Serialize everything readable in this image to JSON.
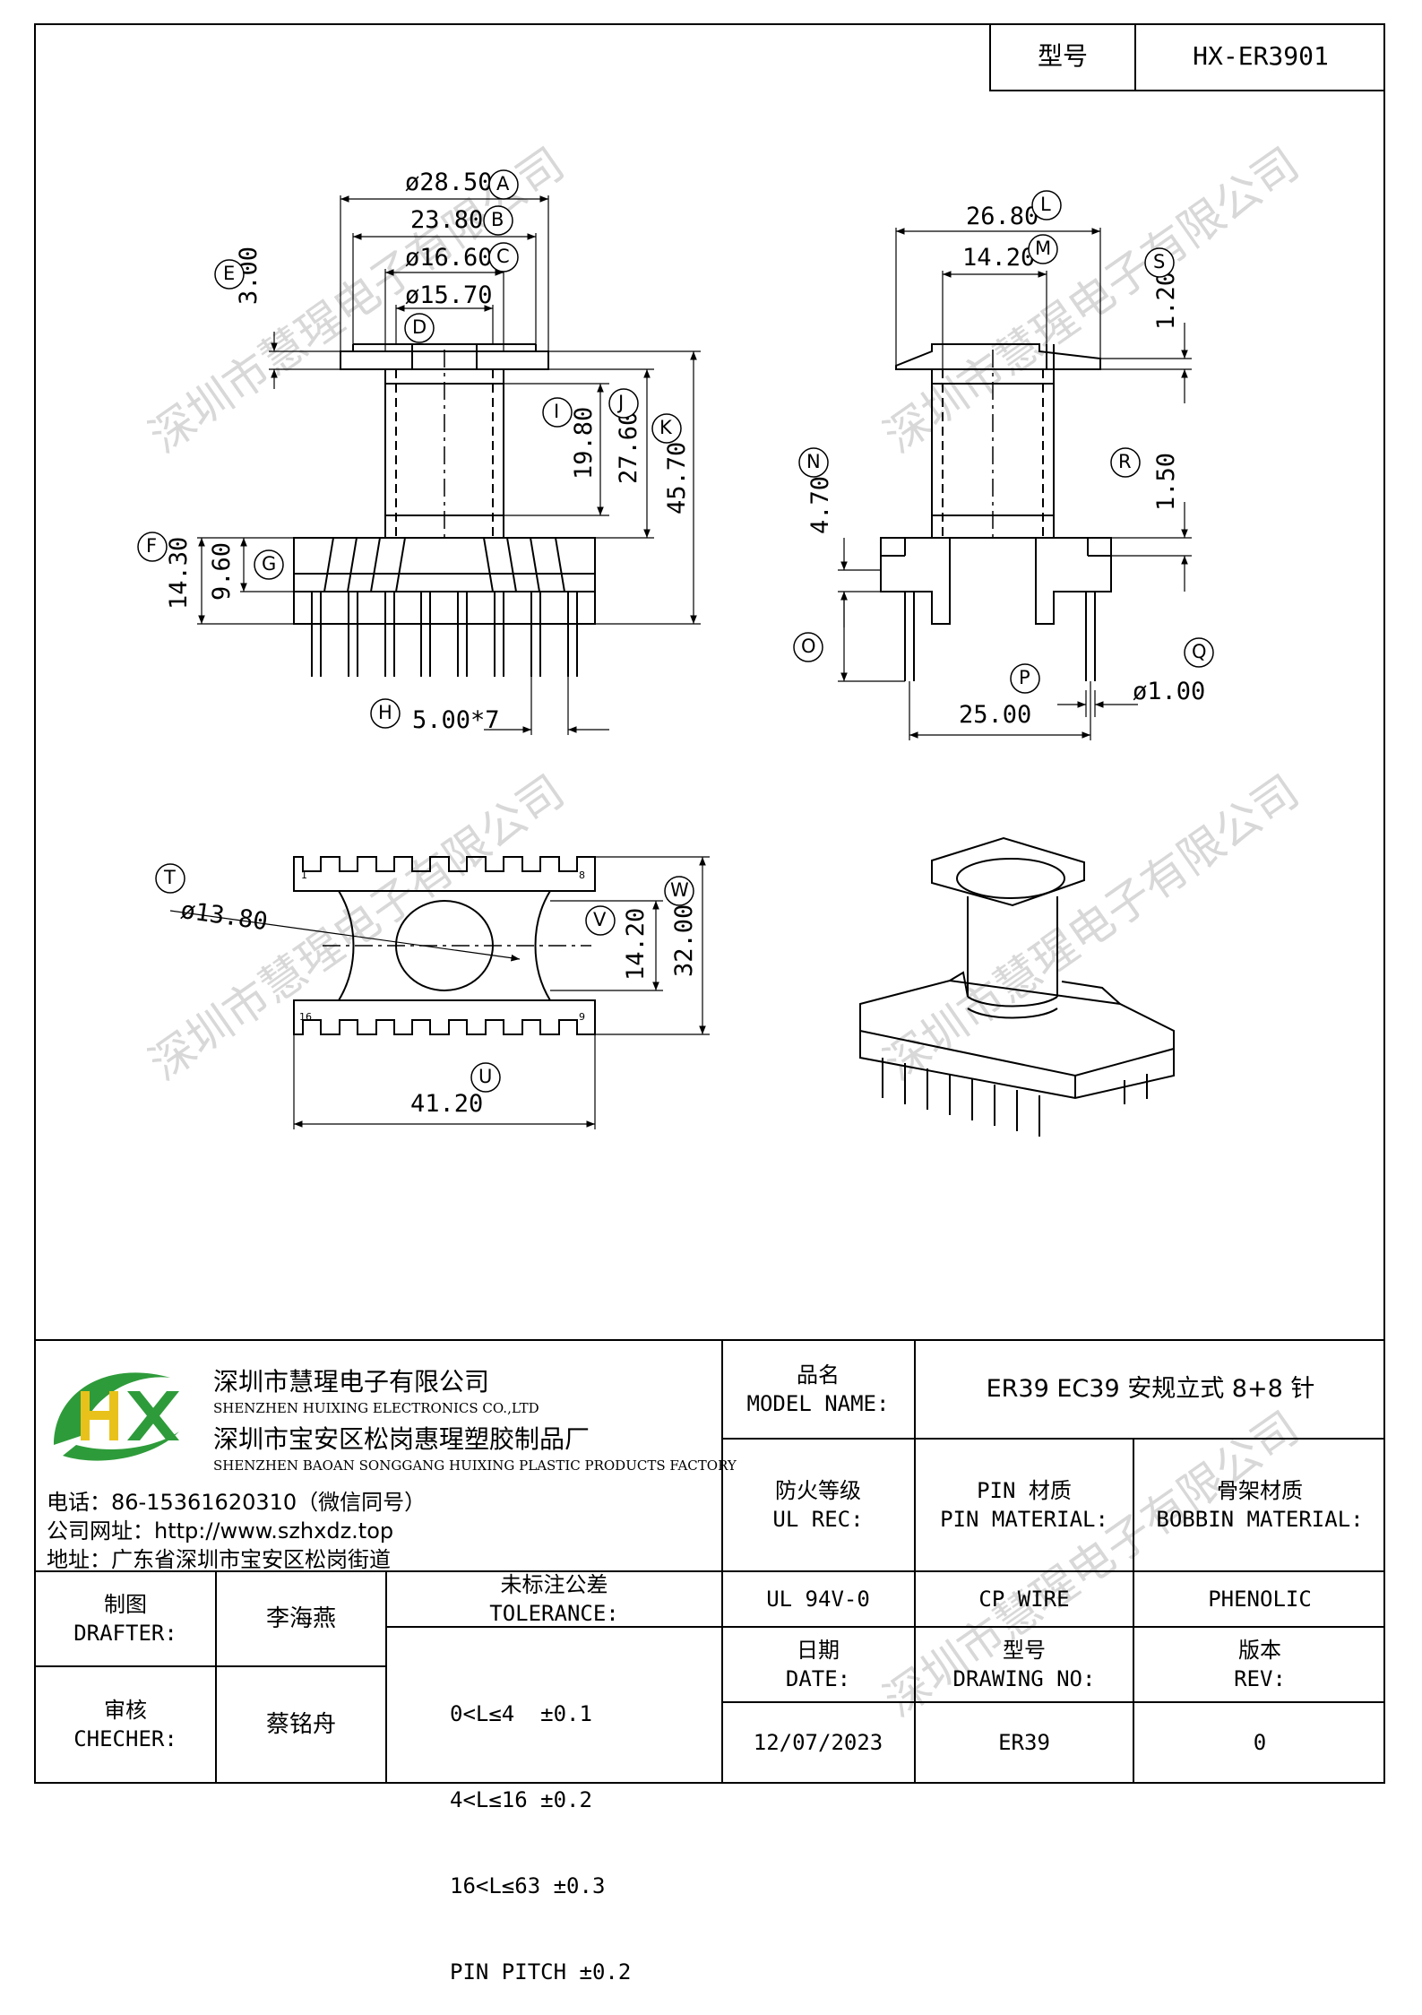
{
  "header": {
    "type_label": "型号",
    "part_number": "HX-ER3901"
  },
  "dims": {
    "A": "ø28.50",
    "B": "23.80",
    "C": "ø16.60",
    "D": "ø15.70",
    "E": "3.00",
    "F": "14.30",
    "G": "9.60",
    "H": "5.00*7",
    "I": "19.80",
    "J": "27.60",
    "K": "45.70",
    "L": "26.80",
    "M": "14.20",
    "N": "4.70",
    "O": "",
    "P": "25.00",
    "Q": "ø1.00",
    "R": "1.50",
    "S": "1.20",
    "T": "ø13.80",
    "U": "41.20",
    "V": "14.20",
    "W": "32.00"
  },
  "letters": [
    "A",
    "B",
    "C",
    "D",
    "E",
    "F",
    "G",
    "H",
    "I",
    "J",
    "K",
    "L",
    "M",
    "N",
    "O",
    "P",
    "Q",
    "R",
    "S",
    "T",
    "U",
    "V",
    "W"
  ],
  "pin_numbers": {
    "top_left": "1",
    "top_right": "8",
    "bottom_left": "16",
    "bottom_right": "9"
  },
  "watermark": "深圳市慧瑆电子有限公司",
  "company": {
    "logo_text": "HX",
    "name_cn": "深圳市慧瑆电子有限公司",
    "name_en": "SHENZHEN HUIXING ELECTRONICS CO.,LTD",
    "factory_cn": "深圳市宝安区松岗惠瑆塑胶制品厂",
    "factory_en": "SHENZHEN BAOAN SONGGANG HUIXING PLASTIC PRODUCTS FACTORY",
    "phone": "电话：86-15361620310（微信同号）",
    "website": "公司网址：http://www.szhxdz.top",
    "address": "地址：广东省深圳市宝安区松岗街道"
  },
  "titleblock": {
    "model_label_cn": "品名",
    "model_label_en": "MODEL NAME:",
    "model_value": "ER39 EC39 安规立式 8+8 针",
    "ul_label_cn": "防火等级",
    "ul_label_en": "UL REC:",
    "pin_material_label_cn": "PIN 材质",
    "pin_material_label_en": "PIN MATERIAL:",
    "bobbin_material_label_cn": "骨架材质",
    "bobbin_material_label_en": "BOBBIN MATERIAL:",
    "ul_value": "UL 94V-0",
    "pin_material_value": "CP WIRE",
    "bobbin_material_value": "PHENOLIC",
    "drafter_label_cn": "制图",
    "drafter_label_en": "DRAFTER:",
    "drafter_name": "李海燕",
    "checker_label_cn": "审核",
    "checker_label_en": "CHECHER:",
    "checker_name": "蔡铭舟",
    "tolerance_label_cn": "未标注公差",
    "tolerance_label_en": "TOLERANCE:",
    "tolerances": [
      "0<L≤4  ±0.1",
      "4<L≤16 ±0.2",
      "16<L≤63 ±0.3",
      "PIN PITCH ±0.2"
    ],
    "date_label_cn": "日期",
    "date_label_en": "DATE:",
    "drawing_no_label_cn": "型号",
    "drawing_no_label_en": "DRAWING NO:",
    "rev_label_cn": "版本",
    "rev_label_en": "REV:",
    "date_value": "12/07/2023",
    "drawing_no_value": "ER39",
    "rev_value": "0"
  },
  "colors": {
    "logo_green": "#2e9b3a",
    "logo_yellow": "#e8c21a",
    "line": "#000000",
    "watermark": "#d8d8d8"
  }
}
